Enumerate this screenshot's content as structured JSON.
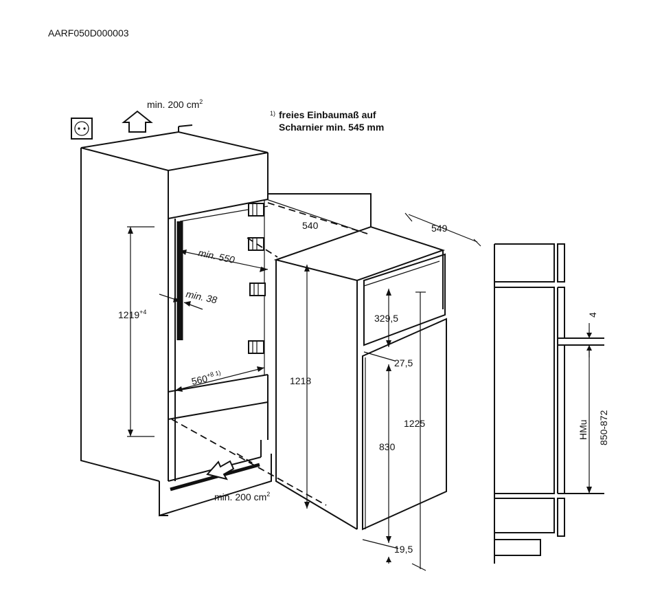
{
  "document_code": "AARF050D000003",
  "note": {
    "marker": "1)",
    "line1": "freies Einbaumaß auf",
    "line2": "Scharnier min. 545 mm"
  },
  "ventilation": {
    "top_label": "min. 200 cm",
    "top_sup": "2",
    "bottom_label": "min. 200 cm",
    "bottom_sup": "2"
  },
  "dimensions": {
    "niche_height": "1219",
    "niche_height_sup": "+4",
    "min_depth": "min. 550",
    "min_gap": "min. 38",
    "niche_width": "560",
    "niche_width_sup": "+8 1)",
    "appliance_depth": "540",
    "door_depth": "549",
    "appliance_height": "1218",
    "total_height": "1225",
    "upper_door": "329,5",
    "door_gap": "27,5",
    "lower_door": "830",
    "bottom_offset": "19,5",
    "side_gap": "4",
    "hmu_label": "HMu",
    "hmu_range": "850-872"
  },
  "icons": [
    "power-outlet-icon",
    "airflow-up-arrow-icon",
    "airflow-in-arrow-icon"
  ]
}
